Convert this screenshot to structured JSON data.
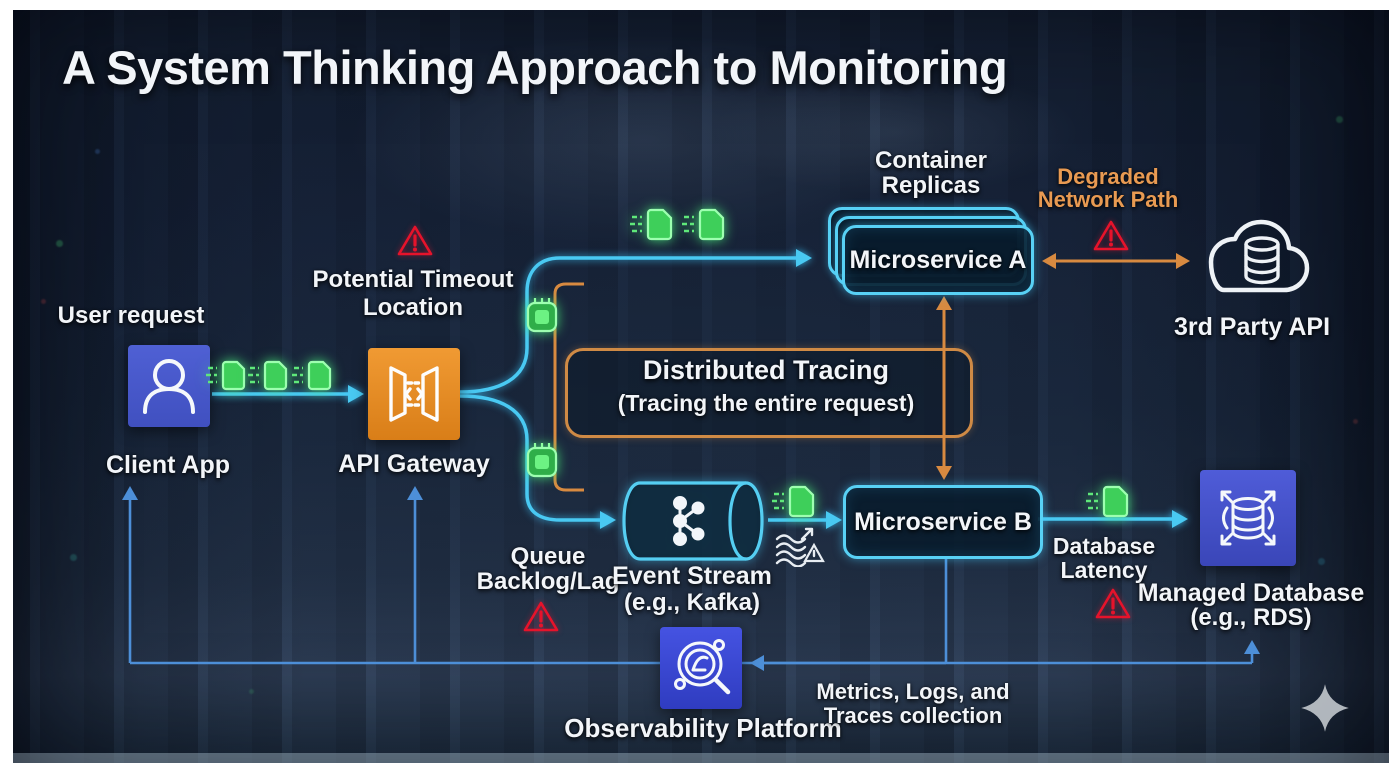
{
  "title": "A System Thinking Approach to Monitoring",
  "nodes": {
    "client_app": {
      "top_label": "User request",
      "label": "Client App"
    },
    "api_gateway": {
      "label": "API Gateway"
    },
    "microservice_a": {
      "label": "Microservice A",
      "group_line1": "Container",
      "group_line2": "Replicas"
    },
    "third_party_api": {
      "label": "3rd Party API"
    },
    "event_stream": {
      "label_line1": "Event Stream",
      "label_line2": "(e.g., Kafka)"
    },
    "microservice_b": {
      "label": "Microservice B"
    },
    "managed_database": {
      "label_line1": "Managed Database",
      "label_line2": "(e.g., RDS)"
    },
    "observability_platform": {
      "label": "Observability Platform"
    }
  },
  "annotations": {
    "potential_timeout": {
      "line1": "Potential Timeout",
      "line2": "Location"
    },
    "degraded_network": {
      "line1": "Degraded",
      "line2": "Network Path"
    },
    "distributed_tracing": {
      "line1": "Distributed Tracing",
      "line2": "(Tracing the entire request)"
    },
    "queue_backlog": {
      "line1": "Queue",
      "line2": "Backlog/Lag"
    },
    "database_latency": {
      "line1": "Database",
      "line2": "Latency"
    },
    "metrics_collection": {
      "line1": "Metrics, Logs, and",
      "line2": "Traces collection"
    }
  },
  "icons": {
    "warning": "triangle-exclamation ⚠",
    "user": "person silhouette",
    "api_gateway": "gateway doors with </>",
    "kafka": "connected nodes",
    "cloud_database": "cloud with db cylinder",
    "rds": "db cylinder with outward arrows",
    "observability": "gauge magnifier",
    "request_document": "green document packet",
    "request_chip": "green chip packet",
    "queue_wave": "stacked waves with alert",
    "sparkle": "✦"
  },
  "colors": {
    "request_path_cyan": "#49c9f2",
    "feedback_blue": "#4d8fd8",
    "tracing_orange": "#d88a40",
    "alert_red": "#e6132b",
    "packet_green": "#4ce264",
    "node_indigo": "#4a56cc",
    "gateway_orange": "#e8912f",
    "background_navy": "#17233a"
  }
}
